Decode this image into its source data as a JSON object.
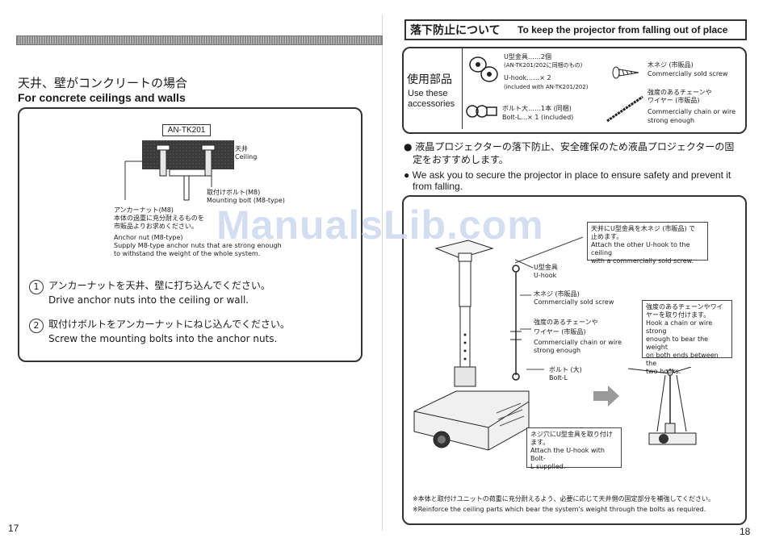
{
  "left_page": {
    "heading_jp": "天井、壁がコンクリートの場合",
    "heading_en": "For concrete ceilings and walls",
    "model": "AN-TK201",
    "ceiling_jp": "天井",
    "ceiling_en": "Ceiling",
    "mounting_bolt_jp": "取付けボルト(M8)",
    "mounting_bolt_en": "Mounting bolt (M8-type)",
    "anchor_jp_1": "アンカーナット(M8)",
    "anchor_jp_2": "本体の過重に充分耐えるものを",
    "anchor_jp_3": "市販品よりお求めください。",
    "anchor_en_title": "Anchor nut (M8-type)",
    "anchor_en_1": "Supply M8-type anchor nuts that are strong enough",
    "anchor_en_2": "to withstand the weight of the whole system.",
    "steps": [
      {
        "num": "1",
        "jp": "アンカーナットを天井、壁に打ち込んでください。",
        "en": "Drive anchor nuts into the ceiling or wall."
      },
      {
        "num": "2",
        "jp": "取付けボルトをアンカーナットにねじ込んでください。",
        "en": "Screw the mounting bolts into the anchor nuts."
      }
    ],
    "page_number": "17"
  },
  "right_page": {
    "title_jp": "落下防止について",
    "title_en": "To keep the projector from falling out of place",
    "parts_jp": "使用部品",
    "parts_en_1": "Use these",
    "parts_en_2": "accessories",
    "parts": {
      "uhook_jp": "U型金具……2個",
      "uhook_jp_note": "(AN-TK201/202に同梱のもの)",
      "uhook_en": "U-hook……× 2",
      "uhook_en_note": "(included with AN-TK201/202)",
      "bolt_jp": "ボルト大……1本 (同梱)",
      "bolt_en": "Bolt-L…× 1 (included)",
      "screw_jp": "木ネジ (市販品)",
      "screw_en": "Commercially sold screw",
      "chain_jp_1": "強度のあるチェーンや",
      "chain_jp_2": "ワイヤー (市販品)",
      "chain_en_1": "Commercially chain or wire",
      "chain_en_2": "strong enough"
    },
    "bullet_jp_1": "液晶プロジェクターの落下防止、安全確保のため液晶プロジェクターの固",
    "bullet_jp_2": "定をおすすめします。",
    "bullet_en_1": "We ask you to secure the projector in place to ensure safety and prevent it",
    "bullet_en_2": "from falling.",
    "diagram": {
      "c1_jp_1": "天井にU型金具を木ネジ (市販品) で",
      "c1_jp_2": "止めます。",
      "c1_en_1": "Attach the other U-hook to the ceiling",
      "c1_en_2": "with a commercially sold screw.",
      "uhook_jp": "U型金具",
      "uhook_en": "U-hook",
      "screw_jp": "木ネジ (市販品)",
      "screw_en": "Commercially sold screw",
      "chain_jp_1": "強度のあるチェーンや",
      "chain_jp_2": "ワイヤー (市販品)",
      "chain_en_1": "Commercially chain or wire",
      "chain_en_2": "strong enough",
      "bolt_jp": "ボルト (大)",
      "bolt_en": "Bolt-L",
      "c2_jp_1": "強度のあるチェーンやワイ",
      "c2_jp_2": "ヤーを取り付けます。",
      "c2_en_1": "Hook a chain or wire strong",
      "c2_en_2": "enough to bear the weight",
      "c2_en_3": "on both ends between the",
      "c2_en_4": "two hooks.",
      "c3_jp_1": "ネジ穴にU型金具を取り付け",
      "c3_jp_2": "ます。",
      "c3_en_1": "Attach the U-hook with Bolt-",
      "c3_en_2": "L supplied."
    },
    "note_jp": "※本体と取付けユニットの荷重に充分耐えるよう、必要に応じて天井側の固定部分を補強してください。",
    "note_en": "※Reinforce the ceiling parts which bear the system's weight through the bolts as required.",
    "page_number": "18"
  },
  "watermark": "ManualsLib.com"
}
